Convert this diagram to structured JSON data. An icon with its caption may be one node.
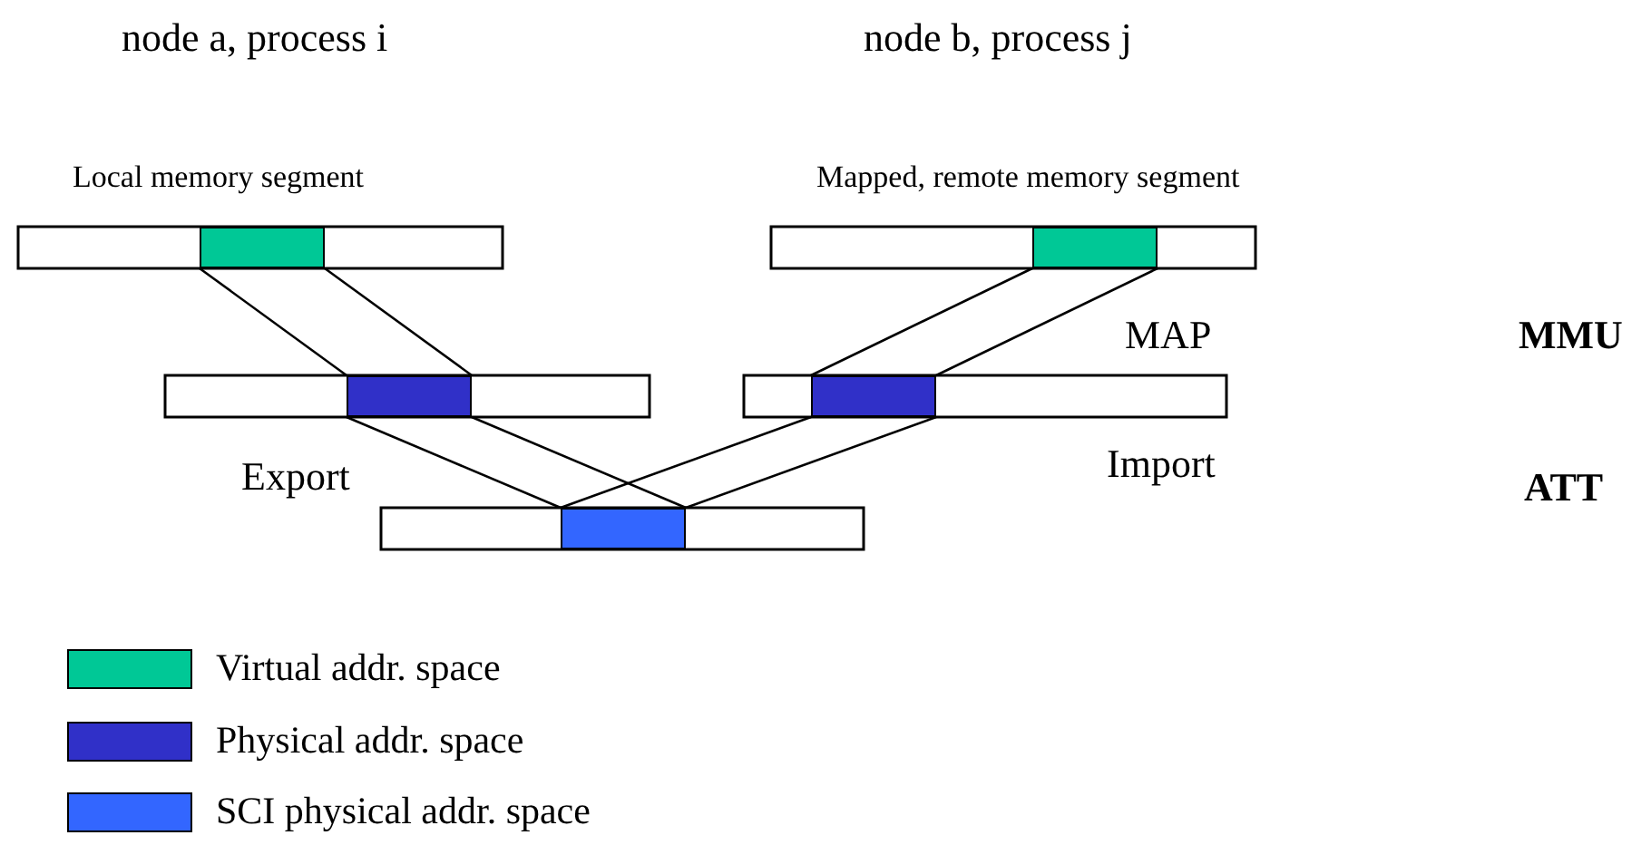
{
  "diagram": {
    "nodes": [
      {
        "text": [],
        "shape": "box",
        "beside": [
          "Local memory segment"
        ]
      },
      {
        "text": [],
        "shape": "box",
        "beside": [
          "Mapped, remote memory segment"
        ]
      },
      {
        "text": [],
        "shape": "box"
      },
      {
        "text": [],
        "shape": "box"
      },
      {
        "text": [],
        "shape": "box"
      }
    ],
    "edges": [
      {
        "from": 0,
        "to": 2,
        "arrow": "none"
      },
      {
        "from": 0,
        "to": 2,
        "arrow": "none"
      },
      {
        "from": 1,
        "to": 3,
        "arrow": "none"
      },
      {
        "from": 1,
        "to": 3,
        "arrow": "none"
      },
      {
        "from": 2,
        "to": 4,
        "arrow": "none"
      },
      {
        "from": 2,
        "to": 4,
        "arrow": "none"
      },
      {
        "from": 3,
        "to": 4,
        "arrow": "none"
      },
      {
        "from": 3,
        "to": 4,
        "arrow": "none"
      }
    ],
    "labels": [
      "node a, process i",
      "node b, process j",
      "MAP",
      "MMU",
      "Export",
      "Import",
      "ATT"
    ],
    "legend": [
      {
        "text": "Virtual addr. space",
        "color": "#00c896"
      },
      {
        "text": "Physical addr. space",
        "color": "#3030c8"
      },
      {
        "text": "SCI physical addr. space",
        "color": "#3366ff"
      }
    ]
  }
}
